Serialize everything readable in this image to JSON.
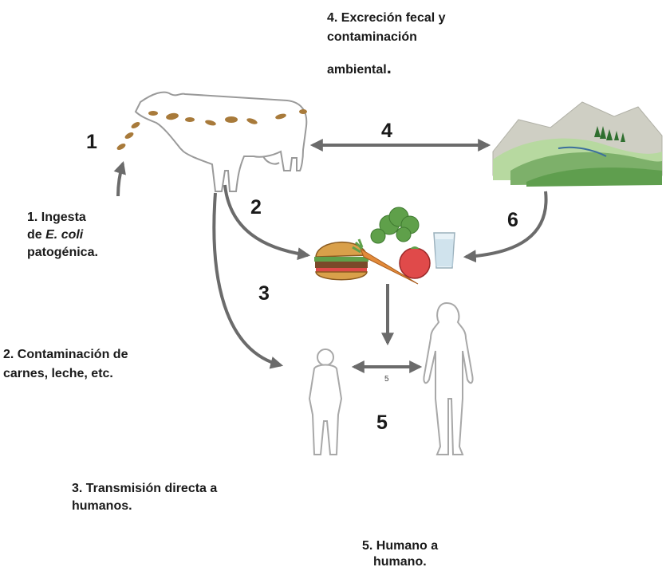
{
  "steps": {
    "n1": "1",
    "n2": "2",
    "n3": "3",
    "n4": "4",
    "n5": "5",
    "n6": "6",
    "n5_small": "5"
  },
  "captions": {
    "c4_line1": "4. Excreción fecal y",
    "c4_line2": "contaminación",
    "c4_line3": "ambiental",
    "c4_dot": ".",
    "c1_line1": "1. Ingesta",
    "c1_prefix": "de ",
    "c1_italic": "E. coli",
    "c1_line3": "patogénica.",
    "c2_line1": "2. Contaminación de",
    "c2_line2": "carnes, leche, etc.",
    "c3_line1": "3. Transmisión  directa a",
    "c3_line2": "humanos.",
    "c5_line1": "5. Humano  a",
    "c5_line2": "humano."
  },
  "colors": {
    "arrow": "#6b6b6b",
    "outline": "#9a9a9a",
    "spot": "#a87a3a",
    "hill_light": "#b7d9a0",
    "hill_dark": "#5f9e4e",
    "mountain": "#cfcfc4",
    "tomato": "#e04a4a",
    "carrot": "#e28a3a",
    "bun": "#d9a04a",
    "greens": "#5fa04a",
    "glass": "#bfd9e6"
  }
}
